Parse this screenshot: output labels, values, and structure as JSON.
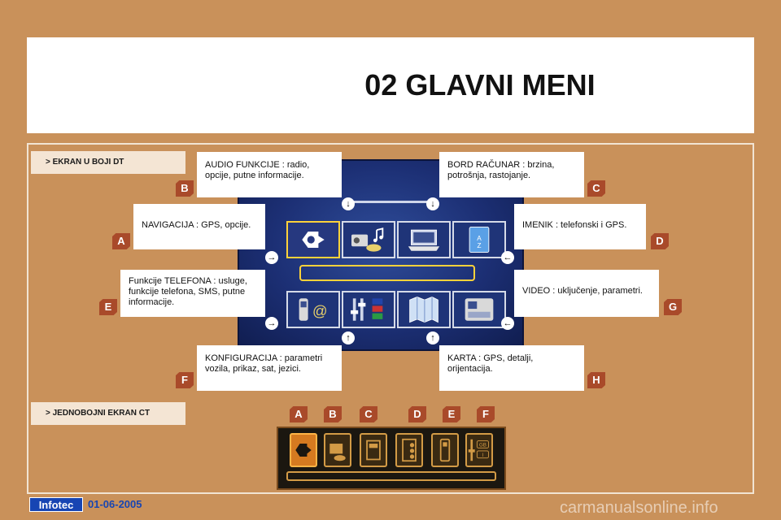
{
  "page": {
    "title": "02 GLAVNI MENI",
    "section_color_screen": "> EKRAN U BOJI DT",
    "section_mono_screen": "> JEDNOBOJNI EKRAN CT"
  },
  "callouts": {
    "B": "AUDIO FUNKCIJE : radio, opcije, putne informacije.",
    "C": "BORD RAČUNAR : brzina, potrošnja, rastojanje.",
    "A": "NAVIGACIJA : GPS, opcije.",
    "D": "IMENIK : telefonski i GPS.",
    "E": "Funkcije TELEFONA : usluge, funkcije telefona, SMS, putne informacije.",
    "G": "VIDEO : uključenje, parametri.",
    "F": "KONFIGURACIJA : parametri vozila, prikaz, sat, jezici.",
    "H": "KARTA : GPS, detalji, orijentacija."
  },
  "badges": {
    "A": "A",
    "B": "B",
    "C": "C",
    "D": "D",
    "E": "E",
    "F": "F",
    "G": "G",
    "H": "H"
  },
  "ct_badges": [
    "A",
    "B",
    "C",
    "D",
    "E",
    "F"
  ],
  "ct_labels": {
    "gb": "GB",
    "i": "I"
  },
  "dt_icons": {
    "row1": [
      "navigation-icon",
      "audio-icon",
      "trip-computer-icon",
      "directory-icon"
    ],
    "row2": [
      "telephone-icon",
      "configuration-icon",
      "map-icon",
      "video-icon"
    ]
  },
  "footer": {
    "brand": "Infotec",
    "date": "01-06-2005",
    "watermark": "carmanualsonline.info"
  },
  "colors": {
    "background": "#c9915a",
    "badge": "#a94a2a",
    "dt_screen": "#1c2f74",
    "dt_selection": "#ffd23a",
    "ct_selection": "#d57a20",
    "brand_blue": "#1745b3"
  }
}
